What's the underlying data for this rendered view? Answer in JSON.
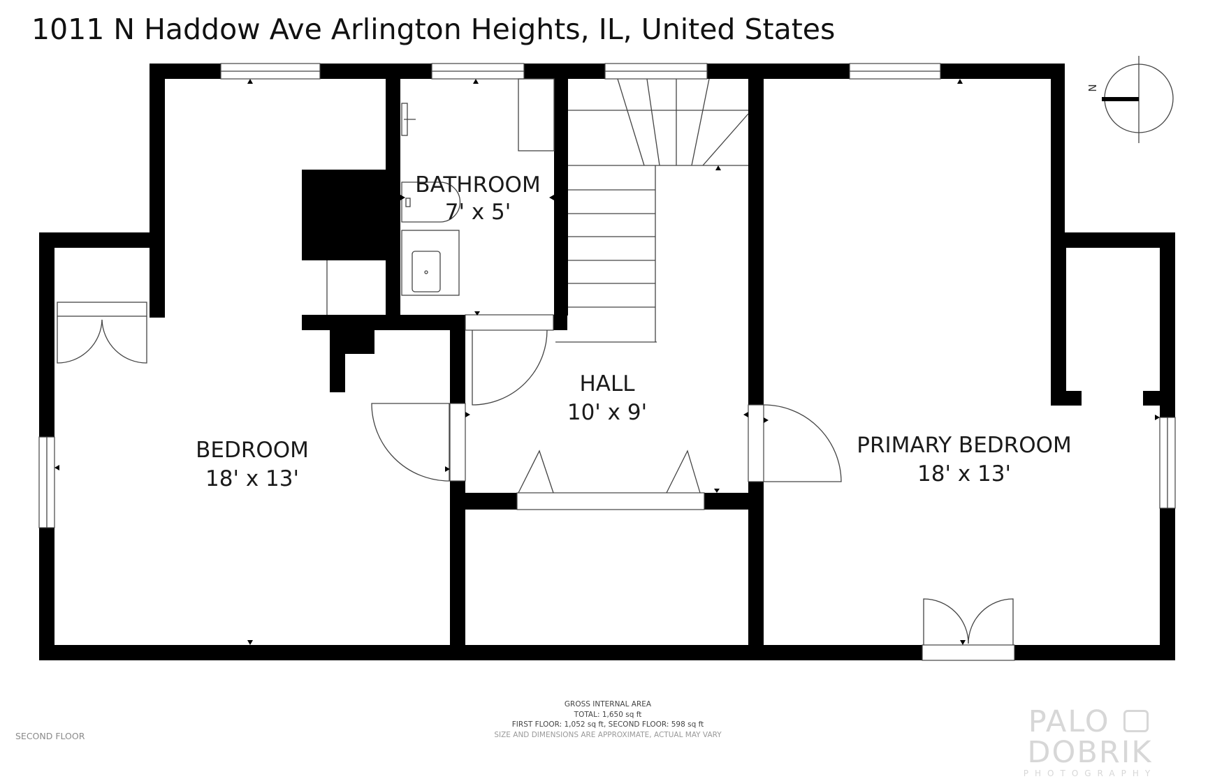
{
  "header": {
    "address": "1011 N Haddow Ave Arlington Heights, IL, United States"
  },
  "rooms": {
    "bathroom": {
      "name": "BATHROOM",
      "size": "7' x 5'"
    },
    "hall": {
      "name": "HALL",
      "size": "10' x 9'"
    },
    "bedroom": {
      "name": "BEDROOM",
      "size": "18' x 13'"
    },
    "primary_bedroom": {
      "name": "PRIMARY BEDROOM",
      "size": "18' x 13'"
    }
  },
  "compass": {
    "label": "N"
  },
  "area": {
    "heading": "GROSS INTERNAL AREA",
    "total": "TOTAL: 1,650 sq ft",
    "floors": "FIRST FLOOR: 1,052 sq ft, SECOND FLOOR: 598 sq ft",
    "disclaimer": "SIZE AND DIMENSIONS ARE APPROXIMATE, ACTUAL MAY VARY"
  },
  "floor_name": "SECOND FLOOR",
  "branding": {
    "name_left": "PALO",
    "name_right": "DOBRIK",
    "tagline": "PHOTOGRAPHY"
  },
  "colors": {
    "wall": "#000000",
    "text": "#1a1a1a",
    "watermark": "#d7d7d7"
  }
}
